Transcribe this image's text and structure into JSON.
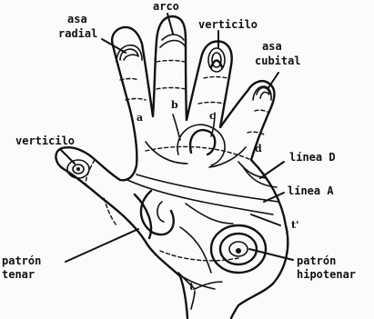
{
  "labels": {
    "asa_radial_1": "asa",
    "asa_radial_2": "radial",
    "arco": "arco",
    "verticilo_top": "verticilo",
    "asa_cubital_1": "asa",
    "asa_cubital_2": "cubital",
    "verticilo_thumb": "verticilo",
    "linea_d": "línea D",
    "linea_a": "línea A",
    "patron_tenar_1": "patrón",
    "patron_tenar_2": "tenar",
    "patron_hipotenar_1": "patrón",
    "patron_hipotenar_2": "hipotenar"
  },
  "triradii": {
    "a": "a",
    "b": "b",
    "c": "c",
    "d": "d",
    "t_prime": "t'",
    "t": "t"
  }
}
